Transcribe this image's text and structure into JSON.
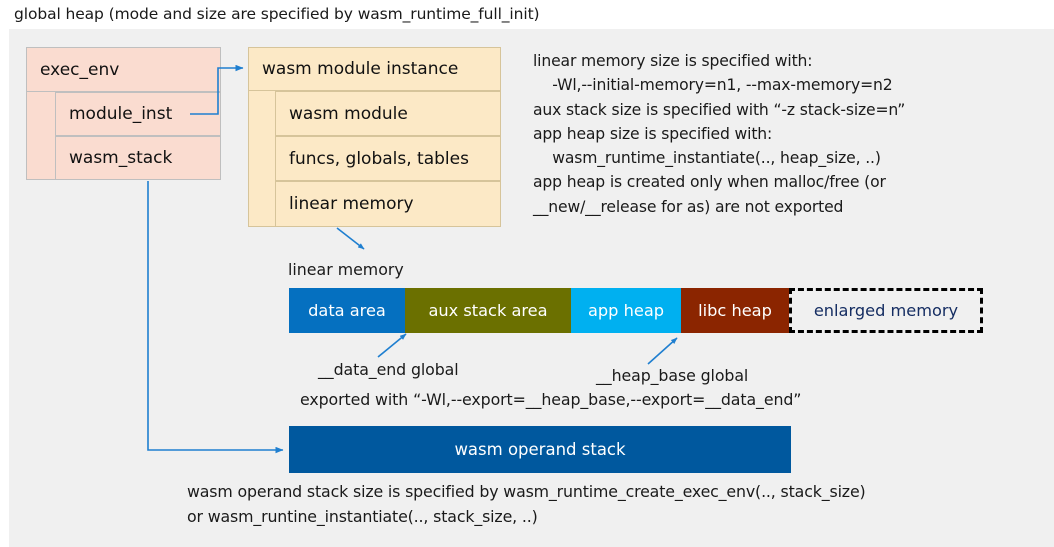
{
  "title": "global heap (mode and size are specified by wasm_runtime_full_init)",
  "colors": {
    "panel_bg": "#f0f0f0",
    "exec_env_fill": "#fadcd0",
    "module_inst_fill": "#fce9c6",
    "data_area": "#0570c0",
    "aux_stack_area": "#6b7000",
    "app_heap": "#00b0f0",
    "libc_heap": "#8b2500",
    "enlarged_memory_text": "#152d62",
    "operand_stack": "#00589e",
    "connector": "#1f7fd0"
  },
  "exec_env": {
    "header": "exec_env",
    "fields": [
      {
        "label": "module_inst"
      },
      {
        "label": "wasm_stack"
      }
    ]
  },
  "module_instance": {
    "header": "wasm module instance",
    "fields": [
      {
        "label": "wasm module"
      },
      {
        "label": "funcs, globals, tables"
      },
      {
        "label": "linear memory"
      }
    ]
  },
  "notes": {
    "right_block": "linear memory size is specified with:\n    -Wl,--initial-memory=n1, --max-memory=n2\naux stack size is specified with “-z stack-size=n”\napp heap size is specified with:\n    wasm_runtime_instantiate(.., heap_size, ..)\napp heap is created only when malloc/free (or\n__new/__release for as) are not exported",
    "bottom_block": "wasm operand stack size is specified by wasm_runtime_create_exec_env(.., stack_size)\nor wasm_runtine_instantiate(.., stack_size, ..)"
  },
  "linear_memory": {
    "caption": "linear memory",
    "segments": [
      {
        "label": "data area",
        "color": "#0570c0",
        "width": 116
      },
      {
        "label": "aux stack area",
        "color": "#6b7000",
        "width": 166
      },
      {
        "label": "app heap",
        "color": "#00b0f0",
        "width": 110
      },
      {
        "label": "libc heap",
        "color": "#8b2500",
        "width": 108
      },
      {
        "label": "enlarged memory",
        "color": "#f0f0f0",
        "width": 194
      }
    ]
  },
  "annotations": {
    "data_end": "__data_end global",
    "heap_base": "__heap_base global",
    "exported_with": "exported with “-Wl,--export=__heap_base,--export=__data_end”"
  },
  "operand_stack": {
    "label": "wasm operand stack"
  }
}
